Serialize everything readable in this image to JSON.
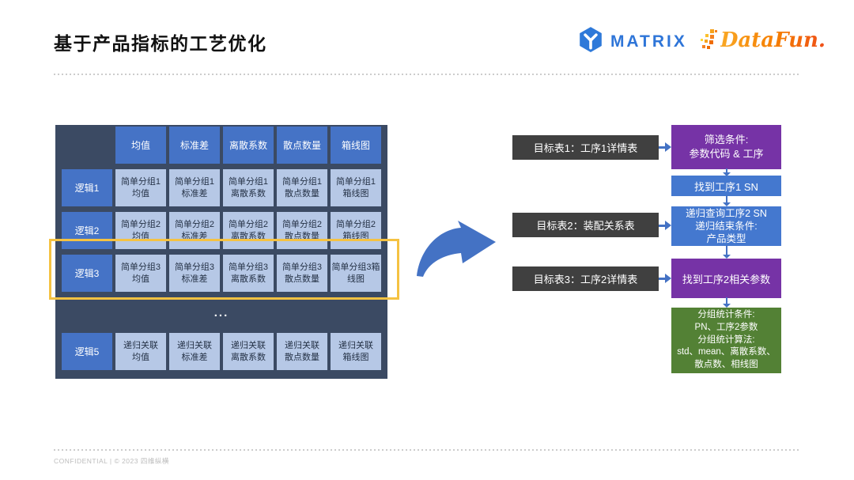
{
  "slide": {
    "title": "基于产品指标的工艺优化",
    "footer": "CONFIDENTIAL | © 2023 四维纵横",
    "colors": {
      "table_background": "#3B4A63",
      "header_blue": "#4573C6",
      "cell_light_blue": "#B6C8E6",
      "highlight_yellow": "#F5C242",
      "arrow_blue": "#4472C4",
      "target_dark_gray": "#404040",
      "flow_purple": "#7633A6",
      "flow_blue": "#4478CF",
      "flow_green": "#538135",
      "matrix_blue": "#2E75D8",
      "datafun_orange": "#F4701F"
    }
  },
  "logos": {
    "matrix_text": "MATRIX",
    "datafun_text": "DataFun."
  },
  "table": {
    "headers": [
      "均值",
      "标准差",
      "离散系数",
      "散点数量",
      "箱线图"
    ],
    "rows": [
      {
        "label": "逻辑1",
        "cells": [
          "简单分组1\n均值",
          "简单分组1\n标准差",
          "简单分组1\n离散系数",
          "简单分组1\n散点数量",
          "简单分组1\n箱线图"
        ]
      },
      {
        "label": "逻辑2",
        "cells": [
          "简单分组2\n均值",
          "简单分组2\n标准差",
          "简单分组2\n离散系数",
          "简单分组2\n散点数量",
          "简单分组2\n箱线图"
        ]
      },
      {
        "label": "逻辑3",
        "cells": [
          "简单分组3\n均值",
          "简单分组3\n标准差",
          "简单分组3\n离散系数",
          "简单分组3\n散点数量",
          "简单分组3箱\n线图"
        ]
      },
      {
        "label": "逻辑5",
        "cells": [
          "递归关联\n均值",
          "递归关联\n标准差",
          "递归关联\n离散系数",
          "递归关联\n散点数量",
          "递归关联\n箱线图"
        ]
      }
    ],
    "ellipsis": "..."
  },
  "flow": {
    "targets": [
      "目标表1：工序1详情表",
      "目标表2：装配关系表",
      "目标表3：工序2详情表"
    ],
    "steps": {
      "filter": "筛选条件:\n参数代码 & 工序",
      "find_sn1": "找到工序1 SN",
      "recursive": "递归查询工序2 SN\n递归结束条件:\n产品类型",
      "find_params": "找到工序2相关参数",
      "group_stats": "分组统计条件:\nPN、工序2参数\n分组统计算法:\nstd、mean、离散系数、\n散点数、相线图"
    }
  }
}
